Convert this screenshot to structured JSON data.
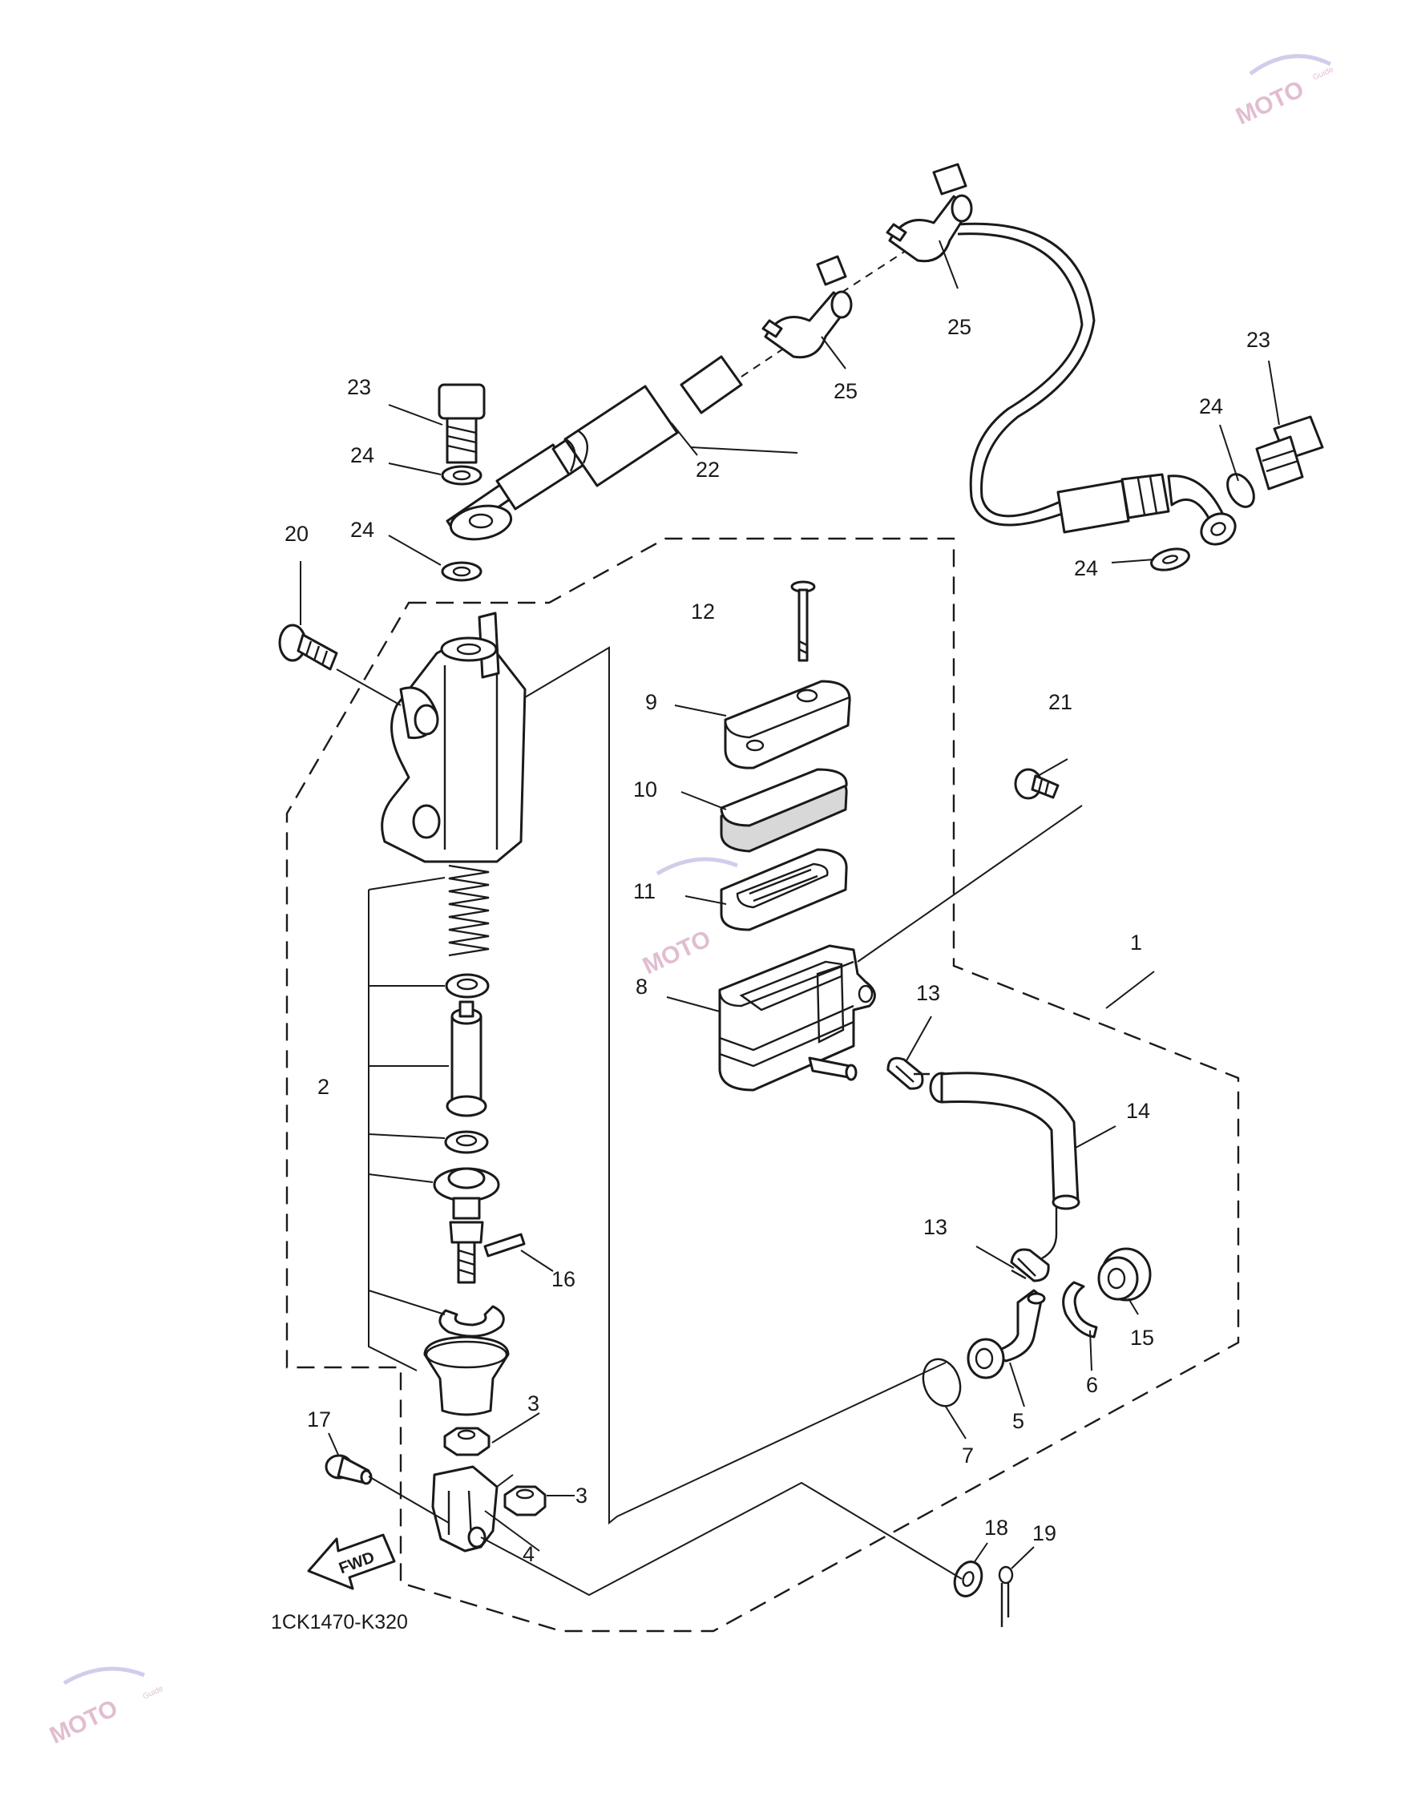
{
  "diagram": {
    "code": "1CK1470-K320",
    "direction_label": "FWD",
    "watermark": {
      "brand": "MOTO",
      "suffix": "Guide"
    },
    "callouts": [
      {
        "id": "c1",
        "label": "1"
      },
      {
        "id": "c2",
        "label": "2"
      },
      {
        "id": "c3a",
        "label": "3"
      },
      {
        "id": "c3b",
        "label": "3"
      },
      {
        "id": "c4",
        "label": "4"
      },
      {
        "id": "c5",
        "label": "5"
      },
      {
        "id": "c6",
        "label": "6"
      },
      {
        "id": "c7",
        "label": "7"
      },
      {
        "id": "c8",
        "label": "8"
      },
      {
        "id": "c9",
        "label": "9"
      },
      {
        "id": "c10",
        "label": "10"
      },
      {
        "id": "c11",
        "label": "11"
      },
      {
        "id": "c12",
        "label": "12"
      },
      {
        "id": "c13a",
        "label": "13"
      },
      {
        "id": "c13b",
        "label": "13"
      },
      {
        "id": "c14",
        "label": "14"
      },
      {
        "id": "c15",
        "label": "15"
      },
      {
        "id": "c16",
        "label": "16"
      },
      {
        "id": "c17",
        "label": "17"
      },
      {
        "id": "c18",
        "label": "18"
      },
      {
        "id": "c19",
        "label": "19"
      },
      {
        "id": "c20",
        "label": "20"
      },
      {
        "id": "c21",
        "label": "21"
      },
      {
        "id": "c22",
        "label": "22"
      },
      {
        "id": "c23a",
        "label": "23"
      },
      {
        "id": "c23b",
        "label": "23"
      },
      {
        "id": "c24a",
        "label": "24"
      },
      {
        "id": "c24b",
        "label": "24"
      },
      {
        "id": "c24c",
        "label": "24"
      },
      {
        "id": "c24d",
        "label": "24"
      },
      {
        "id": "c25a",
        "label": "25"
      },
      {
        "id": "c25b",
        "label": "25"
      }
    ]
  }
}
